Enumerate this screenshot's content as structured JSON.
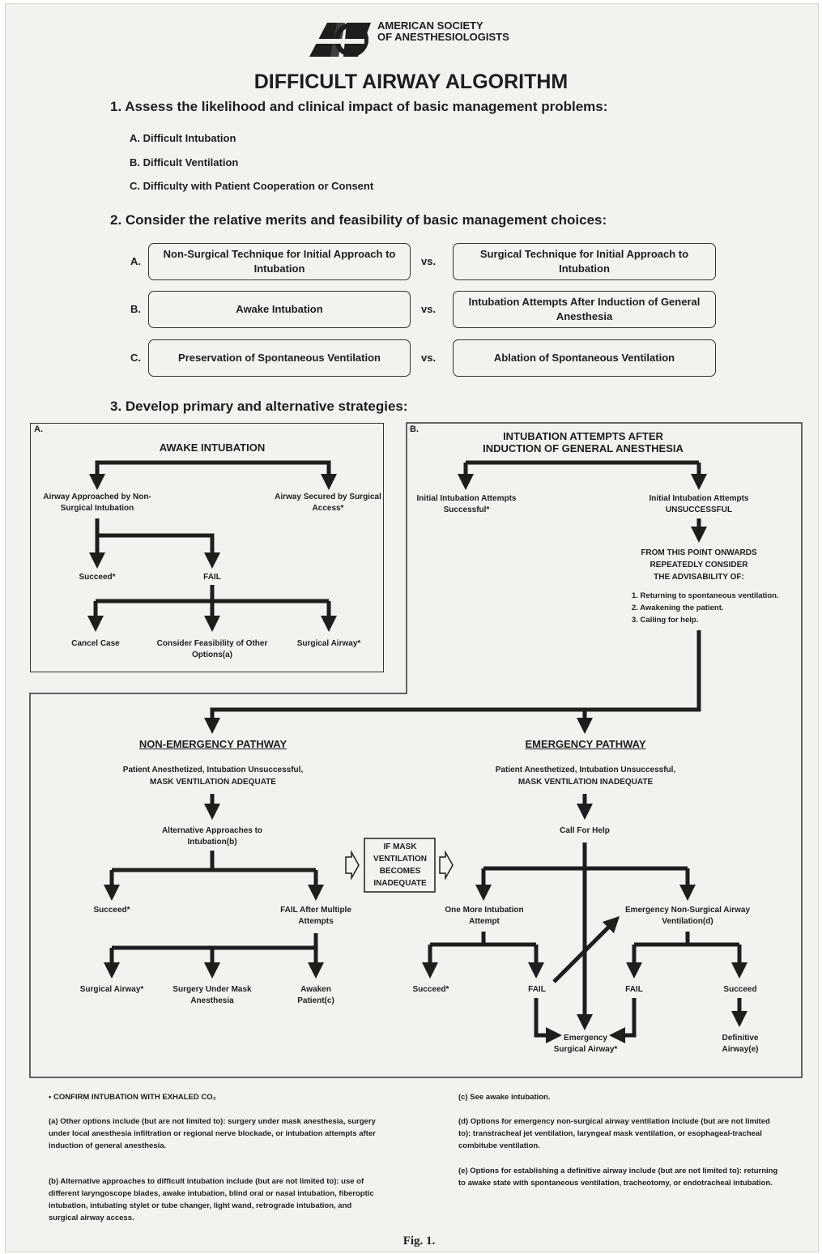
{
  "org": {
    "logo_text": "ASA",
    "name_line1": "AMERICAN SOCIETY",
    "name_line2": "OF ANESTHESIOLOGISTS"
  },
  "title": "DIFFICULT AIRWAY ALGORITHM",
  "step1": {
    "heading": "1. Assess the likelihood and clinical impact of basic management problems:",
    "items": [
      "A. Difficult Intubation",
      "B. Difficult Ventilation",
      "C. Difficulty with Patient Cooperation or Consent"
    ]
  },
  "step2": {
    "heading": "2. Consider the relative merits and feasibility of basic management choices:",
    "rows": [
      {
        "letter": "A.",
        "left": "Non-Surgical Technique for Initial Approach to Intubation",
        "vs": "vs.",
        "right": "Surgical Technique for Initial Approach to Intubation"
      },
      {
        "letter": "B.",
        "left": "Awake Intubation",
        "vs": "vs.",
        "right": "Intubation Attempts After Induction of General Anesthesia"
      },
      {
        "letter": "C.",
        "left": "Preservation of Spontaneous Ventilation",
        "vs": "vs.",
        "right": "Ablation of Spontaneous Ventilation"
      }
    ]
  },
  "step3": {
    "heading": "3. Develop primary and alternative strategies:",
    "panel_a": {
      "letter": "A.",
      "title": "AWAKE INTUBATION",
      "approached": "Airway Approached by Non-Surgical Intubation",
      "secured": "Airway Secured by Surgical Access*",
      "succeed": "Succeed*",
      "fail": "FAIL",
      "cancel": "Cancel Case",
      "consider": "Consider Feasibility of Other Options(a)",
      "surgical": "Surgical Airway*"
    },
    "panel_b": {
      "letter": "B.",
      "title_line1": "INTUBATION ATTEMPTS AFTER",
      "title_line2": "INDUCTION OF GENERAL ANESTHESIA",
      "successful": "Initial Intubation Attempts Successful*",
      "unsuccessful": "Initial Intubation Attempts UNSUCCESSFUL",
      "consider_line1": "FROM THIS POINT ONWARDS",
      "consider_line2": "REPEATEDLY CONSIDER",
      "consider_line3": "THE ADVISABILITY OF:",
      "options": [
        "1. Returning to spontaneous ventilation.",
        "2. Awakening the patient.",
        "3. Calling for help."
      ]
    },
    "non_emergency": {
      "title": "NON-EMERGENCY PATHWAY",
      "desc_line1": "Patient Anesthetized, Intubation Unsuccessful,",
      "desc_line2": "MASK VENTILATION ADEQUATE",
      "alternative": "Alternative Approaches to Intubation(b)",
      "succeed": "Succeed*",
      "fail_after": "FAIL After Multiple Attempts",
      "surgical": "Surgical Airway*",
      "surgery_under": "Surgery Under Mask Anesthesia",
      "awaken": "Awaken Patient(c)"
    },
    "transition": "IF MASK VENTILATION BECOMES INADEQUATE",
    "emergency": {
      "title": "EMERGENCY PATHWAY",
      "desc_line1": "Patient Anesthetized, Intubation Unsuccessful,",
      "desc_line2": "MASK VENTILATION INADEQUATE",
      "call": "Call For Help",
      "one_more": "One More Intubation Attempt",
      "emergency_nonsurg": "Emergency Non-Surgical Airway Ventilation(d)",
      "succeed_left": "Succeed*",
      "fail_left": "FAIL",
      "fail_right": "FAIL",
      "succeed_right": "Succeed",
      "emergency_surgical": "Emergency Surgical Airway*",
      "definitive": "Definitive Airway(e)"
    }
  },
  "footnotes": {
    "confirm": "•  CONFIRM INTUBATION WITH EXHALED CO₂",
    "a": "(a) Other options include (but are not limited to): surgery under mask anesthesia, surgery under local anesthesia infiltration or regional nerve blockade, or intubation attempts after induction of general anesthesia.",
    "b": "(b) Alternative approaches to difficult intubation include (but are not limited to): use of different laryngoscope blades, awake intubation, blind oral or nasal intubation, fiberoptic intubation, intubating stylet or tube changer, light wand, retrograde intubation, and surgical airway access.",
    "c": "(c) See awake intubation.",
    "d": "(d) Options for emergency non-surgical airway ventilation include (but are not limited to): transtracheal jet ventilation, laryngeal mask ventilation, or esophageal-tracheal combitube ventilation.",
    "e": "(e) Options for establishing a definitive airway include (but are not limited to): returning to awake state with spontaneous ventilation, tracheotomy, or endotracheal intubation."
  },
  "caption": "Fig. 1."
}
